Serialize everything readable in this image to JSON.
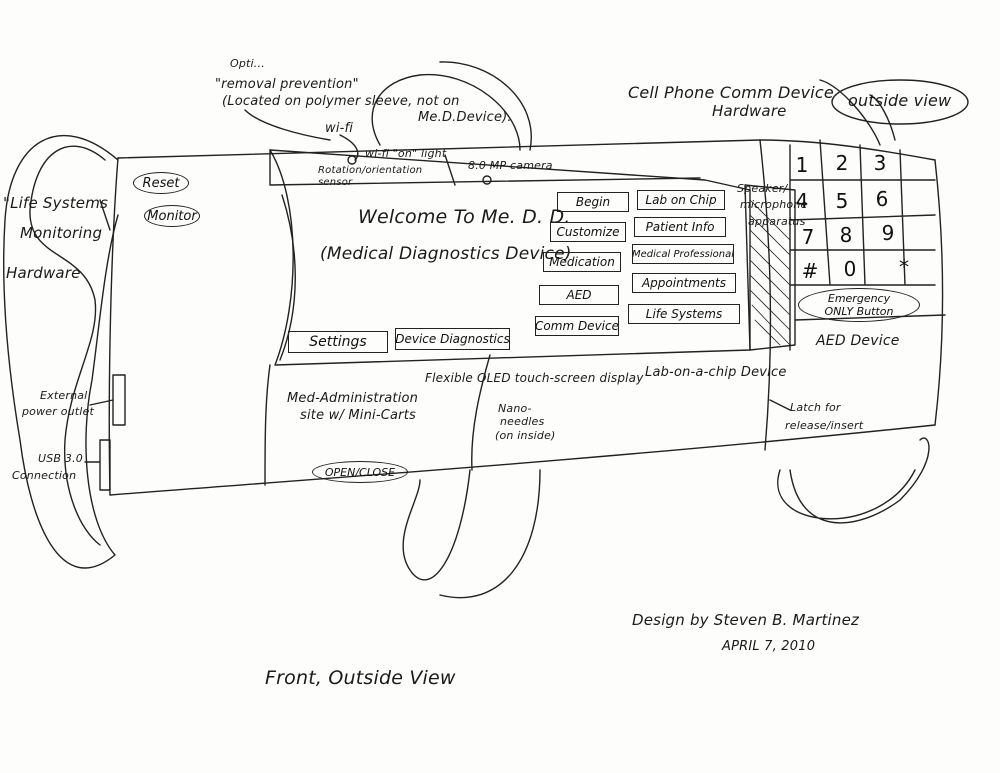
{
  "header": {
    "top_note_line1": "Opti...",
    "top_note_line2": "\"removal prevention\"",
    "top_note_line3": "(Located on polymer sleeve, not on",
    "top_note_line4": "Me.D.Device).",
    "wifi_label": "wi-fi",
    "wifi_light_label": "wi-fi \"on\" light",
    "rotation_sensor_label": "Rotation/orientation sensor",
    "camera_label": "8.0 MP camera",
    "cellphone_label_line1": "Cell Phone Comm Device",
    "cellphone_label_line2": "Hardware",
    "outside_view_label": "outside view"
  },
  "left": {
    "life_systems_line1": "\"Life Systems",
    "life_systems_line2": "Monitoring",
    "life_systems_line3": "Hardware",
    "reset_button": "Reset",
    "monitor_button": "Monitor",
    "external_power_line1": "External",
    "external_power_line2": "power outlet",
    "usb_line1": "USB 3.0",
    "usb_line2": "Connection"
  },
  "screen": {
    "welcome_line1": "Welcome To Me. D. D.",
    "welcome_line2": "(Medical Diagnostics Device)",
    "buttons_left": [
      "Begin",
      "Customize",
      "Medication",
      "AED",
      "Comm Device"
    ],
    "buttons_right": [
      "Lab on Chip",
      "Patient Info",
      "Medical Professional",
      "Appointments",
      "Life Systems"
    ],
    "settings_button": "Settings",
    "diagnostics_button": "Device Diagnostics"
  },
  "keypad": {
    "keys": [
      "1",
      "2",
      "3",
      "4",
      "5",
      "6",
      "7",
      "8",
      "9",
      "#",
      "0",
      "*"
    ],
    "speaker_label_line1": "Speaker/",
    "speaker_label_line2": "microphone",
    "speaker_label_line3": "apparatus",
    "emergency_line1": "Emergency",
    "emergency_line2": "ONLY Button"
  },
  "lower": {
    "med_admin_line1": "Med-Administration",
    "med_admin_line2": "site w/ Mini-Carts",
    "oled_label": "Flexible OLED touch-screen display",
    "lab_chip_label": "Lab-on-a-chip Device",
    "nano_line1": "Nano-",
    "nano_line2": "needles",
    "nano_line3": "(on inside)",
    "open_close_button": "OPEN/CLOSE",
    "aed_device_label": "AED Device",
    "latch_line1": "Latch for",
    "latch_line2": "release/insert"
  },
  "footer": {
    "design_by": "Design by Steven B. Martinez",
    "date": "APRIL 7, 2010",
    "view_title": "Front, Outside View"
  }
}
